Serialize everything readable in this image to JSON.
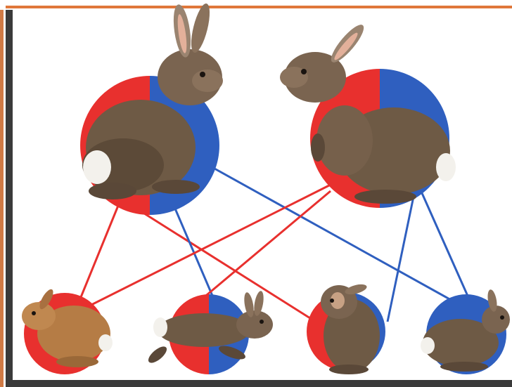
{
  "diagram": {
    "colors": {
      "allele_red": "#e8302e",
      "allele_blue": "#2f5fbf",
      "frame_orange": "#e0773a",
      "frame_dark": "#3a3a3a",
      "rabbit_brown": "#6e5a45",
      "rabbit_light": "#b57c45"
    },
    "parents": [
      {
        "name": "parent-left",
        "genotype": [
          "red",
          "blue"
        ]
      },
      {
        "name": "parent-right",
        "genotype": [
          "red",
          "blue"
        ]
      }
    ],
    "offspring": [
      {
        "name": "offspring-1",
        "genotype": [
          "red",
          "red"
        ],
        "coat": "light"
      },
      {
        "name": "offspring-2",
        "genotype": [
          "red",
          "blue"
        ],
        "coat": "brown"
      },
      {
        "name": "offspring-3",
        "genotype": [
          "red",
          "blue"
        ],
        "coat": "brown"
      },
      {
        "name": "offspring-4",
        "genotype": [
          "blue",
          "blue"
        ],
        "coat": "brown"
      }
    ]
  }
}
